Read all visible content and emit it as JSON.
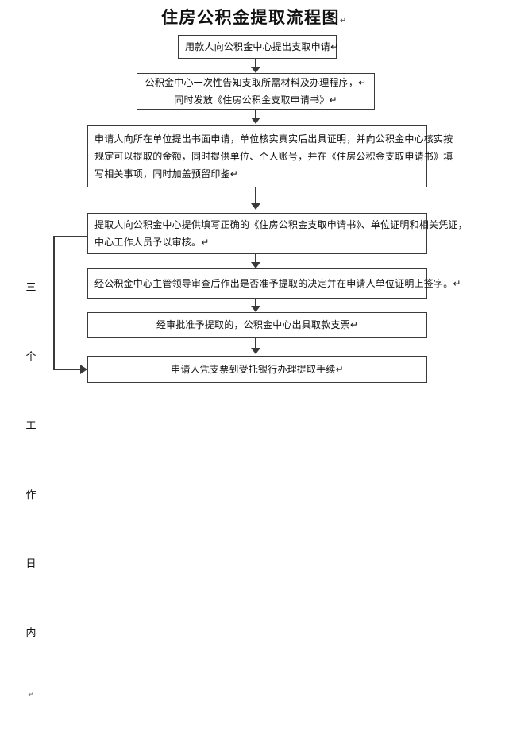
{
  "chart_data": {
    "type": "diagram",
    "diagram_kind": "flowchart",
    "title": "住房公积金提取流程图",
    "title_mark": "↵",
    "orientation": "top-to-bottom",
    "nodes": [
      {
        "id": "node-1",
        "shape": "rectangle",
        "align": "center",
        "lines": [
          "用款人向公积金中心提出支取申请↵"
        ]
      },
      {
        "id": "node-2",
        "shape": "rectangle",
        "align": "center",
        "lines": [
          "公积金中心一次性告知支取所需材料及办理程序，↵",
          "同时发放《住房公积金支取申请书》↵"
        ]
      },
      {
        "id": "node-3",
        "shape": "rectangle",
        "align": "left",
        "lines": [
          "申请人向所在单位提出书面申请，单位核实真实后出具证明，并向公积金中心核实按",
          "规定可以提取的金额，同时提供单位、个人账号，并在《住房公积金支取申请书》填",
          "写相关事项，同时加盖预留印鉴↵"
        ]
      },
      {
        "id": "node-4",
        "shape": "rectangle",
        "align": "left",
        "lines": [
          "提取人向公积金中心提供填写正确的《住房公积金支取申请书》、单位证明和相关凭证，",
          "中心工作人员予以审核。↵"
        ]
      },
      {
        "id": "node-5",
        "shape": "rectangle",
        "align": "center",
        "lines": [
          "经公积金中心主管领导审查后作出是否准予提取的决定并在申请人单位证明上签字。↵"
        ]
      },
      {
        "id": "node-6",
        "shape": "rectangle",
        "align": "center",
        "lines": [
          "经审批准予提取的，公积金中心出具取款支票↵"
        ]
      },
      {
        "id": "node-7",
        "shape": "rectangle",
        "align": "center",
        "lines": [
          "申请人凭支票到受托银行办理提取手续↵"
        ]
      }
    ],
    "edges": [
      {
        "from": "node-1",
        "to": "node-2",
        "style": "arrow-down"
      },
      {
        "from": "node-2",
        "to": "node-3",
        "style": "arrow-down"
      },
      {
        "from": "node-3",
        "to": "node-4",
        "style": "arrow-down"
      },
      {
        "from": "node-4",
        "to": "node-5",
        "style": "arrow-down"
      },
      {
        "from": "node-5",
        "to": "node-6",
        "style": "arrow-down"
      },
      {
        "from": "node-6",
        "to": "node-7",
        "style": "arrow-down"
      },
      {
        "from": "node-4",
        "to": "node-7",
        "style": "bracket-left-arrow",
        "annotation": "三个工作日内"
      }
    ],
    "annotations": [
      {
        "id": "duration-label",
        "orientation": "vertical",
        "text": "三个工作日内",
        "chars": [
          "三",
          "个",
          "工",
          "作",
          "日",
          "内"
        ],
        "mark": "↵"
      }
    ],
    "colors": {
      "background": "#ffffff",
      "box_border": "#3a3a3a",
      "text": "#111111",
      "connector": "#3a3a3a"
    }
  }
}
